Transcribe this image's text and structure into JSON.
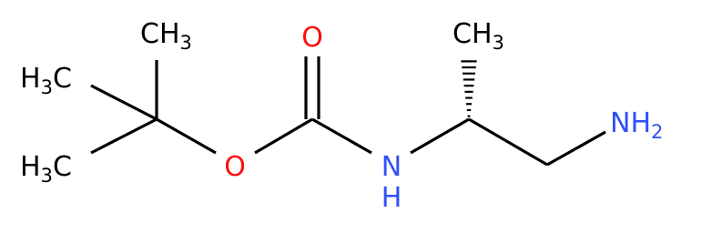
{
  "colors": {
    "carbon": "#000000",
    "oxygen": "#ff0d0d",
    "nitrogen": "#3050f8",
    "background": "#ffffff"
  },
  "labels": {
    "methyl_top": {
      "element": "CH",
      "sub": "3"
    },
    "methyl_left_upper": {
      "element": "H",
      "sub": "3",
      "tail": "C"
    },
    "methyl_left_lower": {
      "element": "H",
      "sub": "3",
      "tail": "C"
    },
    "methyl_stereo": {
      "element": "CH",
      "sub": "3"
    },
    "carbonyl_oxygen": "O",
    "ester_oxygen": "O",
    "amide_nitrogen": "N",
    "amide_hydrogen": "H",
    "amine": {
      "element": "NH",
      "sub": "2"
    }
  }
}
